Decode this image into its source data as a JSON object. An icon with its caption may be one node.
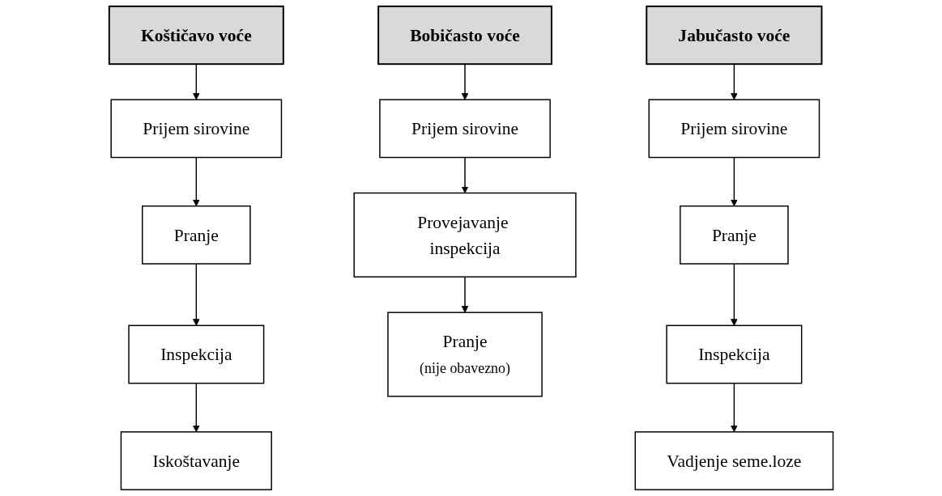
{
  "diagram": {
    "nodes": [
      {
        "text": [
          "Koštičavo voće"
        ]
      },
      {
        "text": [
          "Prijem sirovine"
        ]
      },
      {
        "text": [
          "Pranje"
        ]
      },
      {
        "text": [
          "Inspekcija"
        ]
      },
      {
        "text": [
          "Iskoštavanje"
        ]
      },
      {
        "text": [
          "Bobičasto voće"
        ]
      },
      {
        "text": [
          "Prijem sirovine"
        ]
      },
      {
        "text": [
          "Provejavanje inspekcija"
        ]
      },
      {
        "text": [
          "Pranje",
          "(nije obavezno)"
        ]
      },
      {
        "text": [
          "Jabučasto voće"
        ]
      },
      {
        "text": [
          "Prijem sirovine"
        ]
      },
      {
        "text": [
          "Pranje"
        ]
      },
      {
        "text": [
          "Inspekcija"
        ]
      },
      {
        "text": [
          "Vadjenje seme.loze"
        ]
      }
    ],
    "edges": [
      {
        "from": 0,
        "to": 1,
        "arrow": "to"
      },
      {
        "from": 1,
        "to": 2,
        "arrow": "to"
      },
      {
        "from": 2,
        "to": 3,
        "arrow": "to"
      },
      {
        "from": 3,
        "to": 4,
        "arrow": "to"
      },
      {
        "from": 5,
        "to": 6,
        "arrow": "to"
      },
      {
        "from": 6,
        "to": 7,
        "arrow": "to"
      },
      {
        "from": 7,
        "to": 8,
        "arrow": "to"
      },
      {
        "from": 9,
        "to": 10,
        "arrow": "to"
      },
      {
        "from": 10,
        "to": 11,
        "arrow": "to"
      },
      {
        "from": 11,
        "to": 12,
        "arrow": "to"
      },
      {
        "from": 12,
        "to": 13,
        "arrow": "to"
      }
    ]
  }
}
